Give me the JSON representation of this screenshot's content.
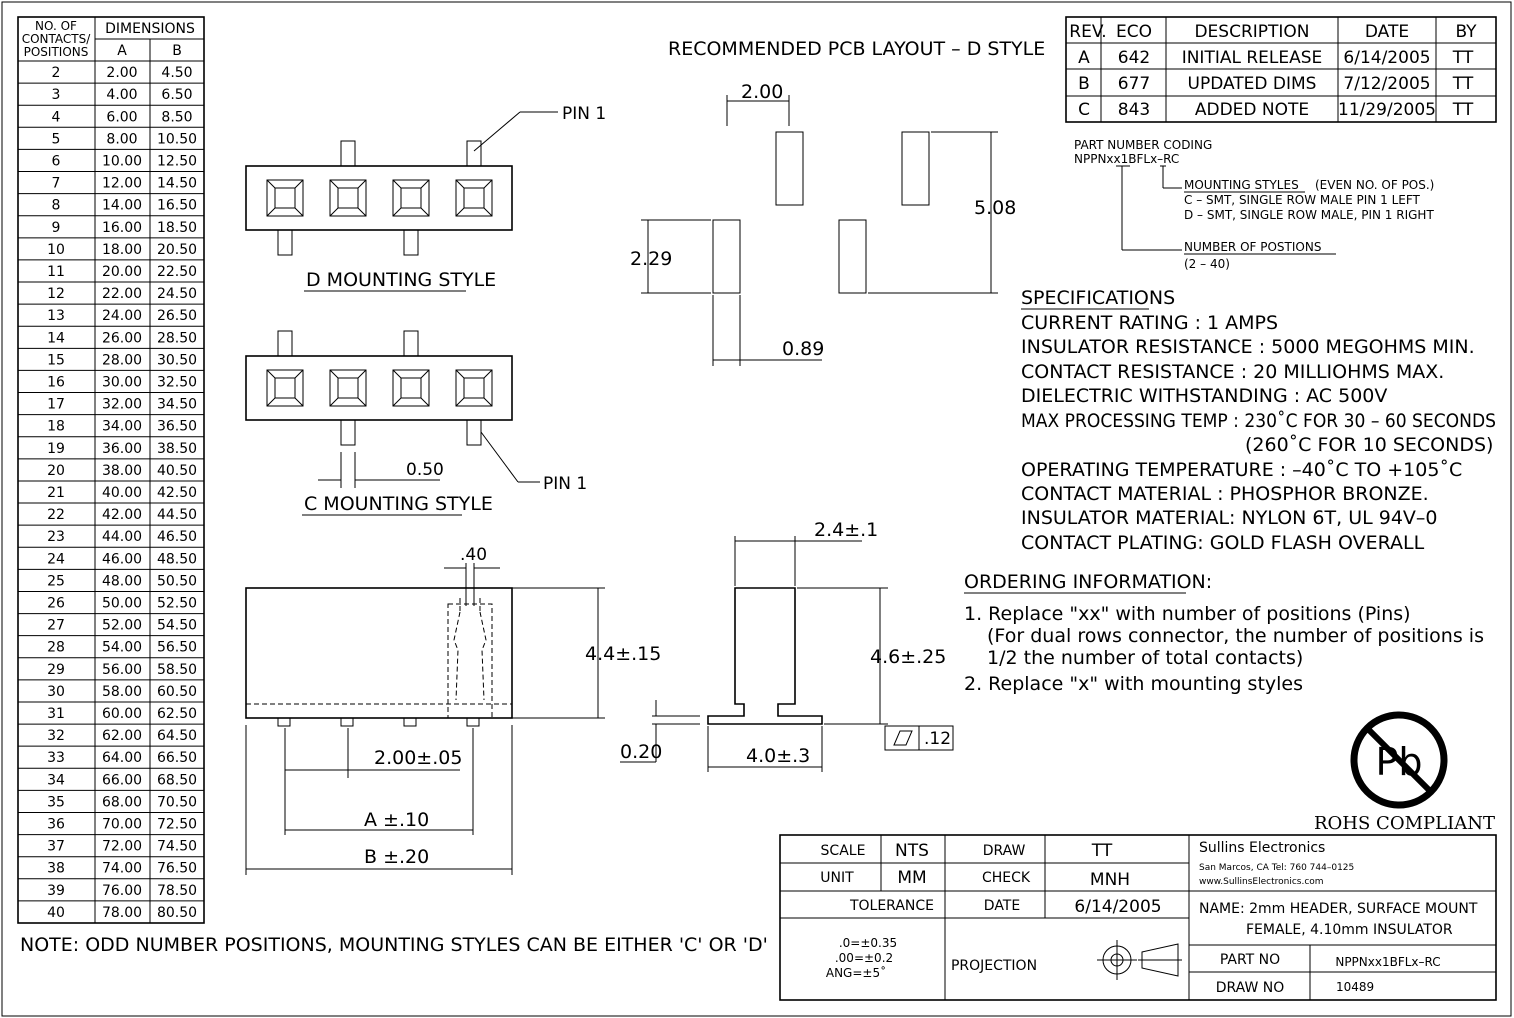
{
  "contacts_table": {
    "header_positions": [
      "NO. OF",
      "CONTACTS/",
      "POSITIONS"
    ],
    "header_dimensions": "DIMENSIONS",
    "header_a": "A",
    "header_b": "B",
    "rows": [
      [
        "2",
        "2.00",
        "4.50"
      ],
      [
        "3",
        "4.00",
        "6.50"
      ],
      [
        "4",
        "6.00",
        "8.50"
      ],
      [
        "5",
        "8.00",
        "10.50"
      ],
      [
        "6",
        "10.00",
        "12.50"
      ],
      [
        "7",
        "12.00",
        "14.50"
      ],
      [
        "8",
        "14.00",
        "16.50"
      ],
      [
        "9",
        "16.00",
        "18.50"
      ],
      [
        "10",
        "18.00",
        "20.50"
      ],
      [
        "11",
        "20.00",
        "22.50"
      ],
      [
        "12",
        "22.00",
        "24.50"
      ],
      [
        "13",
        "24.00",
        "26.50"
      ],
      [
        "14",
        "26.00",
        "28.50"
      ],
      [
        "15",
        "28.00",
        "30.50"
      ],
      [
        "16",
        "30.00",
        "32.50"
      ],
      [
        "17",
        "32.00",
        "34.50"
      ],
      [
        "18",
        "34.00",
        "36.50"
      ],
      [
        "19",
        "36.00",
        "38.50"
      ],
      [
        "20",
        "38.00",
        "40.50"
      ],
      [
        "21",
        "40.00",
        "42.50"
      ],
      [
        "22",
        "42.00",
        "44.50"
      ],
      [
        "23",
        "44.00",
        "46.50"
      ],
      [
        "24",
        "46.00",
        "48.50"
      ],
      [
        "25",
        "48.00",
        "50.50"
      ],
      [
        "26",
        "50.00",
        "52.50"
      ],
      [
        "27",
        "52.00",
        "54.50"
      ],
      [
        "28",
        "54.00",
        "56.50"
      ],
      [
        "29",
        "56.00",
        "58.50"
      ],
      [
        "30",
        "58.00",
        "60.50"
      ],
      [
        "31",
        "60.00",
        "62.50"
      ],
      [
        "32",
        "62.00",
        "64.50"
      ],
      [
        "33",
        "64.00",
        "66.50"
      ],
      [
        "34",
        "66.00",
        "68.50"
      ],
      [
        "35",
        "68.00",
        "70.50"
      ],
      [
        "36",
        "70.00",
        "72.50"
      ],
      [
        "37",
        "72.00",
        "74.50"
      ],
      [
        "38",
        "74.00",
        "76.50"
      ],
      [
        "39",
        "76.00",
        "78.50"
      ],
      [
        "40",
        "78.00",
        "80.50"
      ]
    ]
  },
  "note": "NOTE: ODD NUMBER POSITIONS, MOUNTING STYLES CAN BE EITHER 'C' OR 'D'",
  "views": {
    "d_style_label": "D MOUNTING STYLE",
    "c_style_label": "C MOUNTING STYLE",
    "pin1_label": "PIN 1",
    "dim_050": "0.50",
    "dim_040": ".40",
    "dim_44": "4.4±.15",
    "dim_200": "2.00±.05",
    "dim_a": "A ±.10",
    "dim_b": "B ±.20",
    "dim_24": "2.4±.1",
    "dim_46": "4.6±.25",
    "dim_020": "0.20",
    "dim_40": "4.0±.3",
    "flatness": ".12"
  },
  "pcb_layout": {
    "title": "RECOMMENDED PCB LAYOUT – D STYLE",
    "dim_pitch": "2.00",
    "dim_height": "5.08",
    "dim_pad_h": "2.29",
    "dim_pad_w": "0.89"
  },
  "revisions": {
    "headers": [
      "REV.",
      "ECO",
      "DESCRIPTION",
      "DATE",
      "BY"
    ],
    "rows": [
      [
        "A",
        "642",
        "INITIAL RELEASE",
        "6/14/2005",
        "TT"
      ],
      [
        "B",
        "677",
        "UPDATED DIMS",
        "7/12/2005",
        "TT"
      ],
      [
        "C",
        "843",
        "ADDED NOTE",
        "11/29/2005",
        "TT"
      ]
    ]
  },
  "part_coding": {
    "title": "PART NUMBER CODING",
    "code": "NPPNxx1BFLx–RC",
    "mounting_title": "MOUNTING STYLES",
    "mounting_note": "(EVEN NO. OF POS.)",
    "mounting_c": "C – SMT, SINGLE ROW MALE PIN 1 LEFT",
    "mounting_d": "D – SMT, SINGLE ROW MALE, PIN 1 RIGHT",
    "positions_title": "NUMBER OF POSTIONS",
    "positions_range": "(2 – 40)"
  },
  "specifications": {
    "title": "SPECIFICATIONS",
    "lines": [
      "CURRENT RATING : 1 AMPS",
      "INSULATOR RESISTANCE : 5000 MEGOHMS MIN.",
      "CONTACT RESISTANCE : 20 MILLIOHMS MAX.",
      "DIELECTRIC WITHSTANDING : AC 500V",
      "MAX PROCESSING TEMP : 230˚C FOR 30 – 60 SECONDS",
      "(260˚C FOR 10 SECONDS)",
      "OPERATING TEMPERATURE : –40˚C TO +105˚C",
      "CONTACT MATERIAL : PHOSPHOR BRONZE.",
      "INSULATOR MATERIAL: NYLON 6T, UL 94V–0",
      "CONTACT PLATING: GOLD FLASH OVERALL"
    ]
  },
  "ordering": {
    "title": "ORDERING INFORMATION:",
    "lines": [
      "1. Replace \"xx\" with number of positions (Pins)",
      "(For dual rows connector, the number of positions is",
      "1/2 the number of total contacts)",
      "2. Replace \"x\" with mounting styles"
    ]
  },
  "rohs": {
    "symbol": "Pb",
    "label": "ROHS COMPLIANT"
  },
  "title_block": {
    "scale_label": "SCALE",
    "scale_value": "NTS",
    "unit_label": "UNIT",
    "unit_value": "MM",
    "draw_label": "DRAW",
    "draw_value": "TT",
    "check_label": "CHECK",
    "check_value": "MNH",
    "tolerance_label": "TOLERANCE",
    "date_label": "DATE",
    "date_value": "6/14/2005",
    "tolerances": [
      ".0=±0.35",
      ".00=±0.2",
      "ANG=±5˚"
    ],
    "projection_label": "PROJECTION",
    "company": "Sullins Electronics",
    "address": "San Marcos, CA      Tel: 760 744–0125",
    "website": "www.SullinsElectronics.com",
    "name_line1": "NAME: 2mm HEADER, SURFACE MOUNT",
    "name_line2": "FEMALE, 4.10mm INSULATOR",
    "part_no_label": "PART NO",
    "part_no_value": "NPPNxx1BFLx–RC",
    "draw_no_label": "DRAW NO",
    "draw_no_value": "10489"
  }
}
